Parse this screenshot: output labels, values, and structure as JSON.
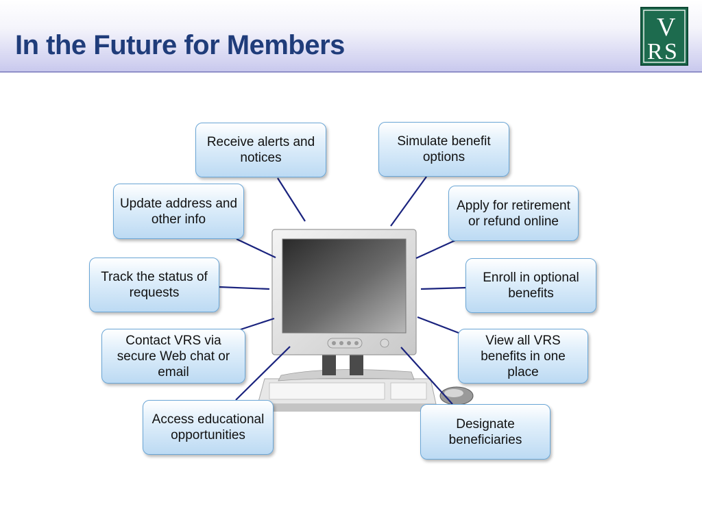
{
  "slide": {
    "title": "In the Future for Members",
    "logo_text": "VRS"
  },
  "bubbles": [
    "Receive alerts and notices",
    "Simulate benefit options",
    "Update address and other info",
    "Apply for retirement or refund online",
    "Track the status of requests",
    "Enroll in optional benefits",
    "Contact VRS via secure Web chat or email",
    "View all VRS benefits in one place",
    "Access educational opportunities",
    "Designate beneficiaries"
  ],
  "colors": {
    "title": "#1f3c7a",
    "connector": "#1a237e",
    "bubble_border": "#6aa6d6",
    "logo_bg": "#1d6b4e"
  },
  "icons": [
    "computer-monitor-icon",
    "keyboard-icon",
    "mouse-icon",
    "vrs-logo-icon"
  ]
}
